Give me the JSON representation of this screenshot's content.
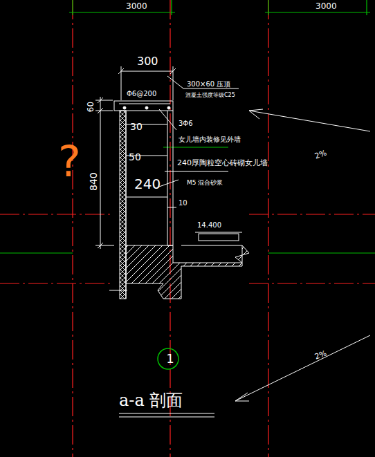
{
  "diagram": {
    "caption": "a-a 剖面",
    "nodes": [
      {
        "text": [
          "1"
        ]
      }
    ],
    "labels": [
      "3000",
      "3000",
      "300",
      "Φ6@200",
      "300×60 压顶",
      "混凝土强度等级C25",
      "60",
      "30",
      "3Φ6",
      "女儿墙内装修见外墙",
      "50",
      "840",
      "240厚陶粒空心砖砌女儿墙",
      "240",
      "M5 混合砂浆",
      "10",
      "14.400",
      "2%",
      "2%",
      "?"
    ]
  }
}
